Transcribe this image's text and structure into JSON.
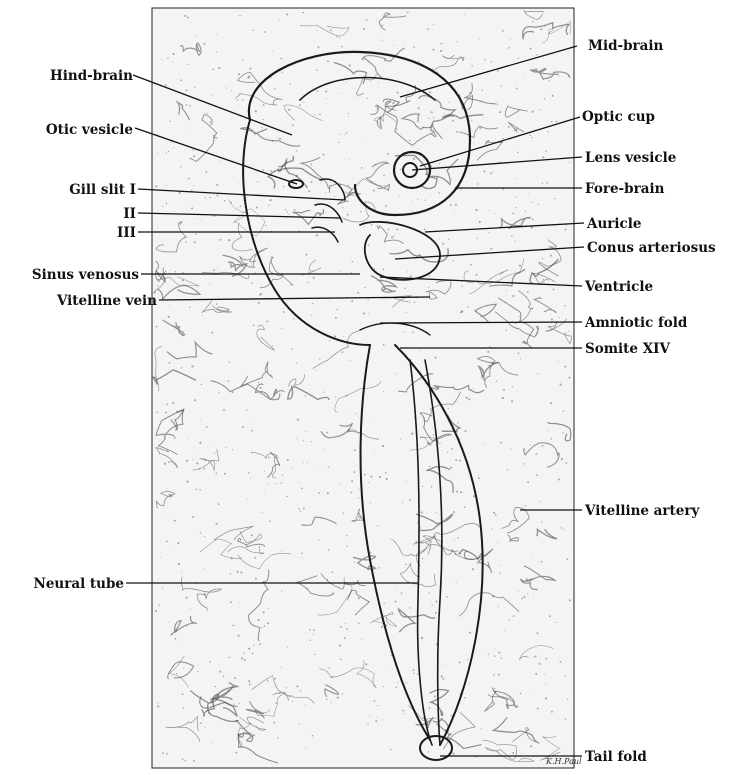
{
  "labels_left": {
    "hind_brain": "Hind-brain",
    "otic_vesicle": "Otic vesicle",
    "gill_slit": "Gill slit  I",
    "gill_slit_ii": "II",
    "gill_slit_iii": "III",
    "sinus_venosus": "Sinus venosus",
    "vitelline_vein": "Vitelline vein",
    "neural_tube": "Neural tube"
  },
  "labels_right": {
    "mid_brain": "Mid-brain",
    "optic_cup": "Optic cup",
    "lens_vesicle": "Lens vesicle",
    "fore_brain": "Fore-brain",
    "auricle": "Auricle",
    "conus_arteriosus": "Conus arteriosus",
    "ventricle": "Ventricle",
    "amniotic_fold": "Amniotic fold",
    "somite_xiv": "Somite XIV",
    "vitelline_artery": "Vitelline artery",
    "tail_fold": "Tail fold"
  },
  "signature": "K.H.Paul",
  "colors": {
    "ink": "#111111",
    "paper": "#ffffff"
  }
}
